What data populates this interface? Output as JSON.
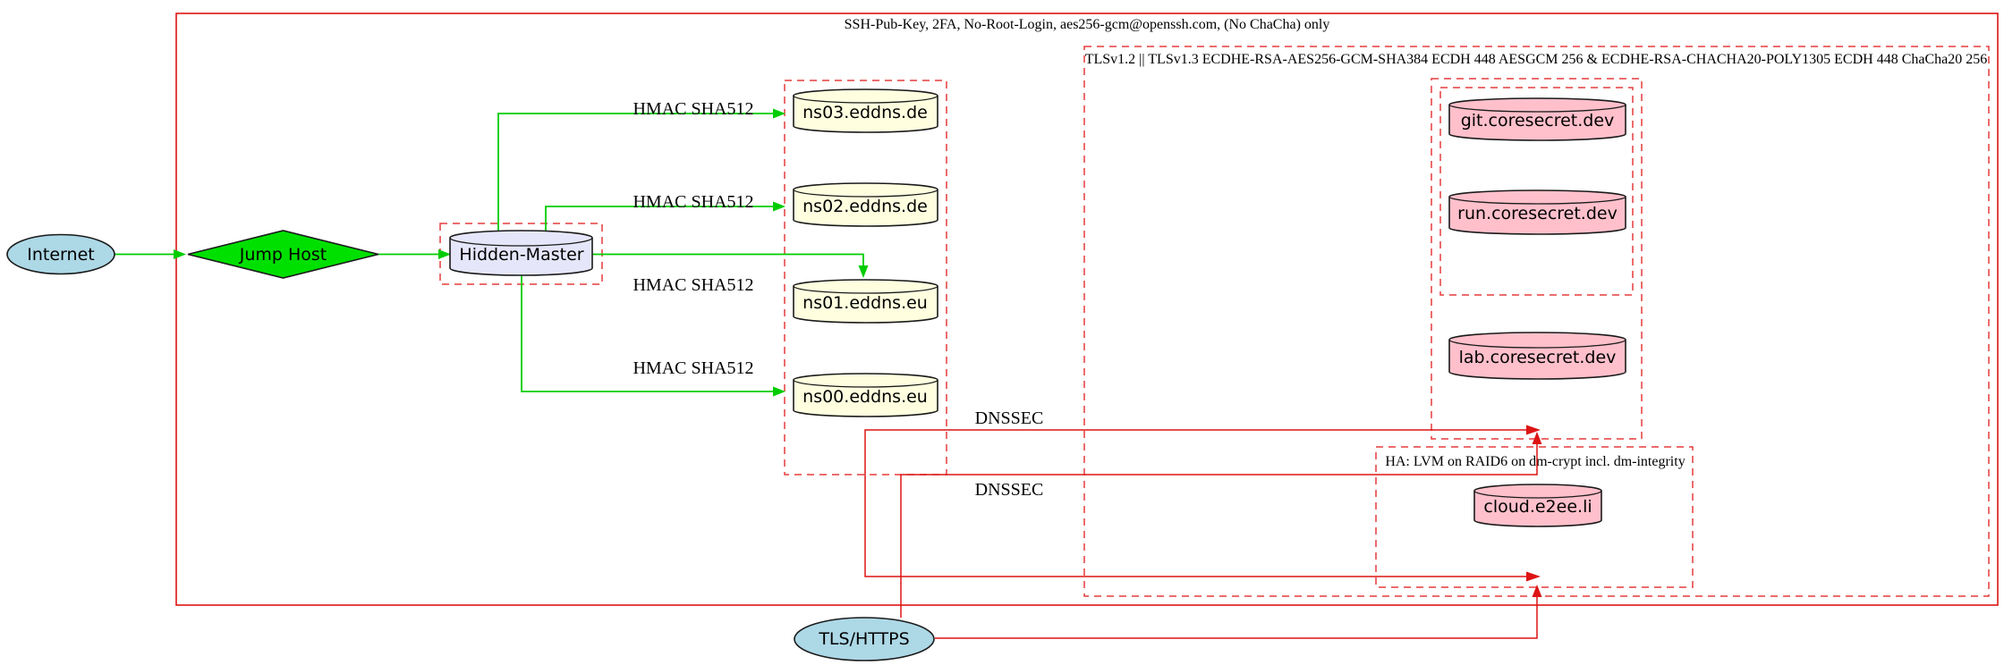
{
  "diagram": {
    "type": "network-security-topology",
    "clusters": {
      "ssh": {
        "label": "SSH-Pub-Key, 2FA, No-Root-Login, aes256-gcm@openssh.com, (No ChaCha) only",
        "border": "solid-red"
      },
      "tls": {
        "label": "TLSv1.2 || TLSv1.3 ECDHE-RSA-AES256-GCM-SHA384 ECDH 448 AESGCM 256 & ECDHE-RSA-CHACHA20-POLY1305 ECDH 448 ChaCha20 256",
        "border": "dashed-red"
      },
      "ha": {
        "label": "HA: LVM on RAID6 on dm-crypt incl. dm-integrity",
        "border": "dashed-red"
      },
      "nameservers": {
        "label": "",
        "border": "dashed-red"
      },
      "hidden_master_box": {
        "label": "",
        "border": "dashed-red"
      },
      "coresecret_outer": {
        "label": "",
        "border": "dashed-red"
      },
      "coresecret_inner": {
        "label": "",
        "border": "dashed-red"
      }
    },
    "nodes": {
      "internet": {
        "label": "Internet",
        "shape": "ellipse"
      },
      "jump_host": {
        "label": "Jump Host",
        "shape": "diamond"
      },
      "hidden_master": {
        "label": "Hidden-Master",
        "shape": "cylinder"
      },
      "ns03": {
        "label": "ns03.eddns.de",
        "shape": "cylinder"
      },
      "ns02": {
        "label": "ns02.eddns.de",
        "shape": "cylinder"
      },
      "ns01": {
        "label": "ns01.eddns.eu",
        "shape": "cylinder"
      },
      "ns00": {
        "label": "ns00.eddns.eu",
        "shape": "cylinder"
      },
      "git": {
        "label": "git.coresecret.dev",
        "shape": "cylinder"
      },
      "run": {
        "label": "run.coresecret.dev",
        "shape": "cylinder"
      },
      "lab": {
        "label": "lab.coresecret.dev",
        "shape": "cylinder"
      },
      "cloud": {
        "label": "cloud.e2ee.li",
        "shape": "cylinder"
      },
      "tls_https": {
        "label": "TLS/HTTPS",
        "shape": "ellipse"
      }
    },
    "edge_labels": {
      "hmac": "HMAC SHA512",
      "dnssec": "DNSSEC"
    },
    "colors": {
      "node_blue": "#add8e6",
      "node_green": "#00e000",
      "node_lavender": "#e6e6fa",
      "node_yellow": "#ffffe0",
      "node_pink": "#ffc0cb",
      "edge_green": "#00cc00",
      "edge_red": "#dd1414",
      "border_dashed_red": "#e63c3c",
      "background": "#ffffff"
    }
  }
}
